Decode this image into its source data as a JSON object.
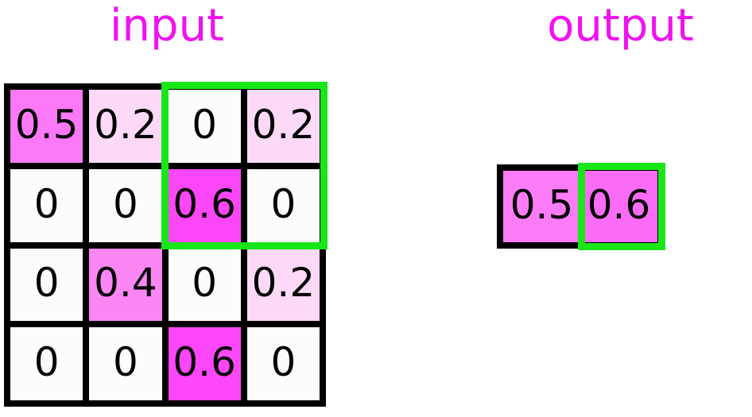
{
  "labels": {
    "input_title": "input",
    "output_title": "output"
  },
  "colors": {
    "title": "#f012f0",
    "highlight": "#19e619",
    "grid_line": "#000000",
    "value_text": "#000000",
    "fill_zero": "#fcfcfd",
    "fill_0_2": "#fcd9f7",
    "fill_0_4": "#fb86f4",
    "fill_0_5": "#fb79f6",
    "fill_0_6": "#fb47f7"
  },
  "chart_data": {
    "type": "heatmap",
    "title": "input",
    "xlabel": "",
    "ylabel": "",
    "description": "4x4 input feature map with a 2x2 green pooling window over columns 3-4, rows 1-2; output row shows two pooled values with the second highlighted in green.",
    "rows": 4,
    "cols": 4,
    "values": [
      [
        0.5,
        0.2,
        0,
        0.2
      ],
      [
        0,
        0,
        0.6,
        0
      ],
      [
        0,
        0.4,
        0,
        0.2
      ],
      [
        0,
        0,
        0.6,
        0
      ]
    ],
    "value_labels": [
      [
        "0.5",
        "0.2",
        "0",
        "0.2"
      ],
      [
        "0",
        "0",
        "0.6",
        "0"
      ],
      [
        "0",
        "0.4",
        "0",
        "0.2"
      ],
      [
        "0",
        "0",
        "0.6",
        "0"
      ]
    ],
    "highlight_window": {
      "row_start": 0,
      "row_end": 1,
      "col_start": 2,
      "col_end": 3
    }
  },
  "input_grid": {
    "cells": [
      {
        "value": "0.5",
        "fill": "#fb79f6"
      },
      {
        "value": "0.2",
        "fill": "#fcd9f7"
      },
      {
        "value": "0",
        "fill": "#fcfcfd"
      },
      {
        "value": "0.2",
        "fill": "#fcd9f7"
      },
      {
        "value": "0",
        "fill": "#fcfcfd"
      },
      {
        "value": "0",
        "fill": "#fcfcfd"
      },
      {
        "value": "0.6",
        "fill": "#fb47f7"
      },
      {
        "value": "0",
        "fill": "#fcfcfd"
      },
      {
        "value": "0",
        "fill": "#fcfcfd"
      },
      {
        "value": "0.4",
        "fill": "#fb86f4"
      },
      {
        "value": "0",
        "fill": "#fcfcfd"
      },
      {
        "value": "0.2",
        "fill": "#fcd9f7"
      },
      {
        "value": "0",
        "fill": "#fcfcfd"
      },
      {
        "value": "0",
        "fill": "#fcfcfd"
      },
      {
        "value": "0.6",
        "fill": "#fb47f7"
      },
      {
        "value": "0",
        "fill": "#fcfcfd"
      }
    ]
  },
  "output_grid": {
    "cells": [
      {
        "value": "0.5",
        "fill": "#fb7cf6"
      },
      {
        "value": "0.6",
        "fill": "#fb6cf6"
      }
    ]
  }
}
